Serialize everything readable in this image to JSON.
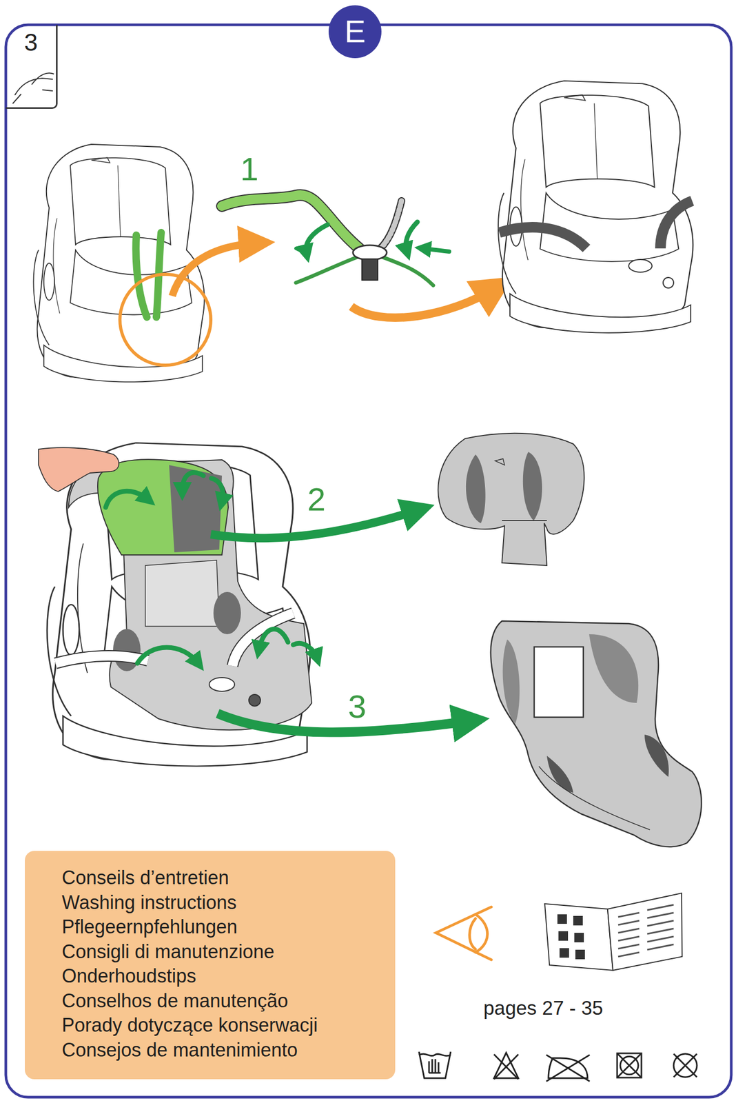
{
  "diagram": {
    "nodes": [
      {
        "text": [
          "3"
        ]
      },
      {
        "text": [
          "E"
        ]
      },
      {
        "text": [
          "Conseils d’entretien",
          "Washing instructions",
          "Pflegeernpfehlungen",
          "Consigli di manutenzione",
          "Onderhoudstips",
          "Conselhos de manutenção",
          "Porady dotyczące konserwacji",
          "Consejos de mantenimiento"
        ]
      }
    ],
    "labels": [
      "1",
      "2",
      "3",
      "pages 27 - 35"
    ]
  }
}
